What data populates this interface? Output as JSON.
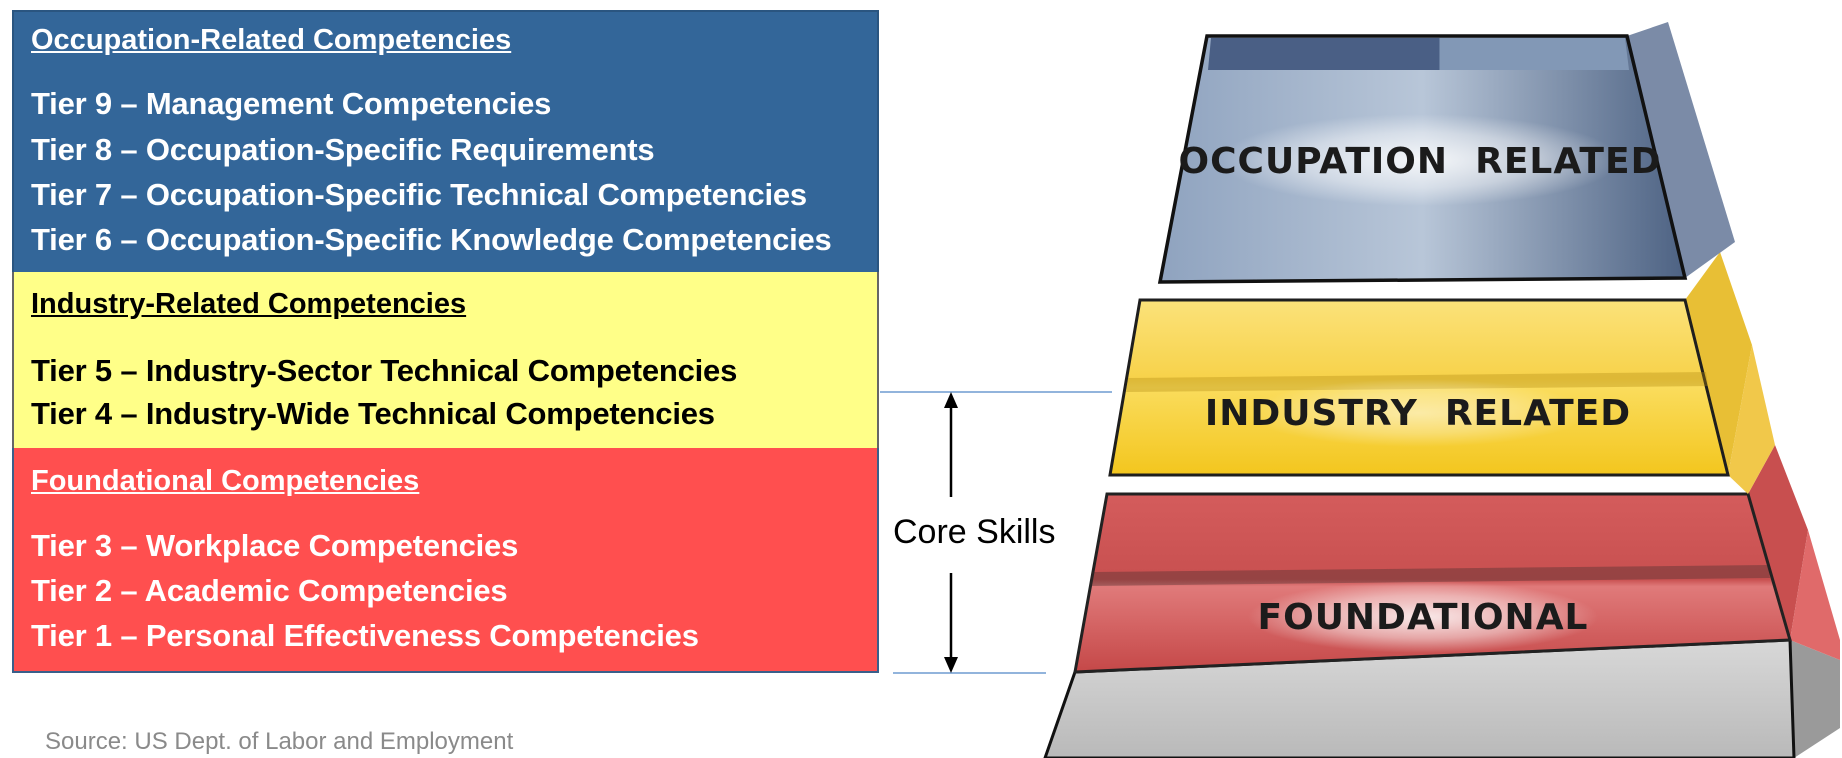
{
  "occupation": {
    "heading": "Occupation-Related Competencies",
    "tiers": [
      "Tier 9 – Management Competencies",
      "Tier 8 – Occupation-Specific Requirements",
      "Tier 7 – Occupation-Specific Technical Competencies",
      "Tier 6 – Occupation-Specific Knowledge Competencies"
    ]
  },
  "industry": {
    "heading": "Industry-Related Competencies",
    "tiers": [
      "Tier 5 – Industry-Sector Technical Competencies",
      "Tier 4 – Industry-Wide Technical Competencies"
    ]
  },
  "foundational": {
    "heading": "Foundational Competencies",
    "tiers": [
      "Tier 3 – Workplace Competencies",
      "Tier 2 – Academic Competencies",
      "Tier 1 – Personal Effectiveness Competencies"
    ]
  },
  "core_skills": "Core Skills",
  "source": "Source: US Dept. of Labor and Employment",
  "pyramid": {
    "top_label": "OCCUPATION  RELATED",
    "middle_label": "INDUSTRY  RELATED",
    "bottom_label": "FOUNDATIONAL"
  },
  "colors": {
    "occupation": "#336699",
    "industry": "#ffff88",
    "foundational": "#ff4f4f"
  }
}
